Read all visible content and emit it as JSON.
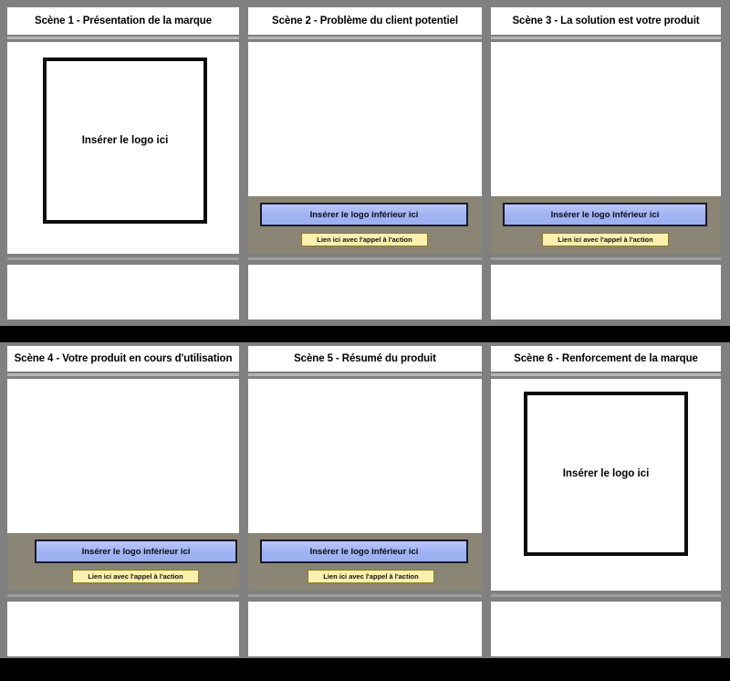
{
  "document": {
    "type": "storyboard",
    "language": "fr",
    "rows": 2,
    "columns": 3,
    "background_color": "#808080",
    "accent_colors": {
      "lower_logo_fill": "#9fb3f2",
      "lower_logo_border": "#1a1a2e",
      "cta_fill": "#fcf0ae",
      "cta_border": "#8a7a1f",
      "slide_band": "#8a8575",
      "frame_gray": "#808080",
      "divider_black": "#000000"
    }
  },
  "labels": {
    "logo_placeholder": "Insérer le logo ici",
    "lower_logo_placeholder": "Insérer le logo inférieur ici",
    "cta_link": "Lien ici avec l'appel à l'action"
  },
  "scenes": [
    {
      "number": 1,
      "title": "Scène 1 - Présentation de la marque",
      "has_logo_box": true,
      "has_lower_logo": false,
      "has_cta": false,
      "has_notes": true
    },
    {
      "number": 2,
      "title": "Scène 2 - Problème du client potentiel",
      "has_logo_box": false,
      "has_lower_logo": true,
      "has_cta": true,
      "has_notes": true
    },
    {
      "number": 3,
      "title": "Scène 3 - La solution est votre produit",
      "has_logo_box": false,
      "has_lower_logo": true,
      "has_cta": true,
      "has_notes": true
    },
    {
      "number": 4,
      "title": "Scène 4 - Votre produit en cours d'utilisation",
      "has_logo_box": false,
      "has_lower_logo": true,
      "has_cta": true,
      "has_notes": true
    },
    {
      "number": 5,
      "title": "Scène 5 - Résumé du produit",
      "has_logo_box": false,
      "has_lower_logo": true,
      "has_cta": true,
      "has_notes": true
    },
    {
      "number": 6,
      "title": "Scène 6 - Renforcement de la marque",
      "has_logo_box": true,
      "has_lower_logo": false,
      "has_cta": false,
      "has_notes": true
    }
  ]
}
